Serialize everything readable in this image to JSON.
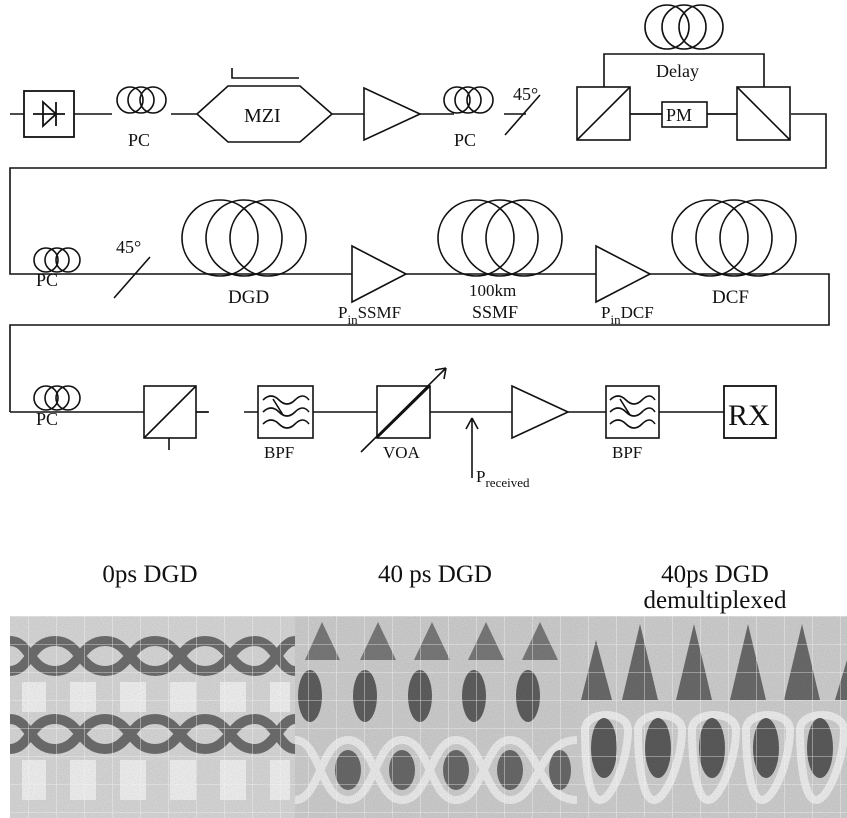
{
  "rows": {
    "row1": {
      "mzi_label": "MZI",
      "pc1_label": "PC",
      "pc2_label": "PC",
      "angle_label": "45°",
      "delay_label": "Delay",
      "pm_label": "PM"
    },
    "row2": {
      "pc_label": "PC",
      "angle_label": "45°",
      "dgd_label": "DGD",
      "amp1_label_main": "P",
      "amp1_label_sub": "in",
      "amp1_label_tail": "SSMF",
      "ssmf_label_line1": "100km",
      "ssmf_label_line2": "SSMF",
      "amp2_label_main": "P",
      "amp2_label_sub": "in",
      "amp2_label_tail": "DCF",
      "dcf_label": "DCF"
    },
    "row3": {
      "pc_label": "PC",
      "bpf1_label": "BPF",
      "voa_label": "VOA",
      "preceived_main": "P",
      "preceived_sub": "received",
      "bpf2_label": "BPF",
      "rx_label": "RX"
    }
  },
  "eye_panels": [
    {
      "title": "0ps DGD",
      "subtitle": ""
    },
    {
      "title": "40 ps DGD",
      "subtitle": ""
    },
    {
      "title": "40ps DGD",
      "subtitle": "demultiplexed"
    }
  ],
  "colors": {
    "line": "#111111",
    "eye_bg": "#dcdcdc",
    "eye_dark": "#6f6f6f",
    "eye_light": "#f4f4f4"
  }
}
